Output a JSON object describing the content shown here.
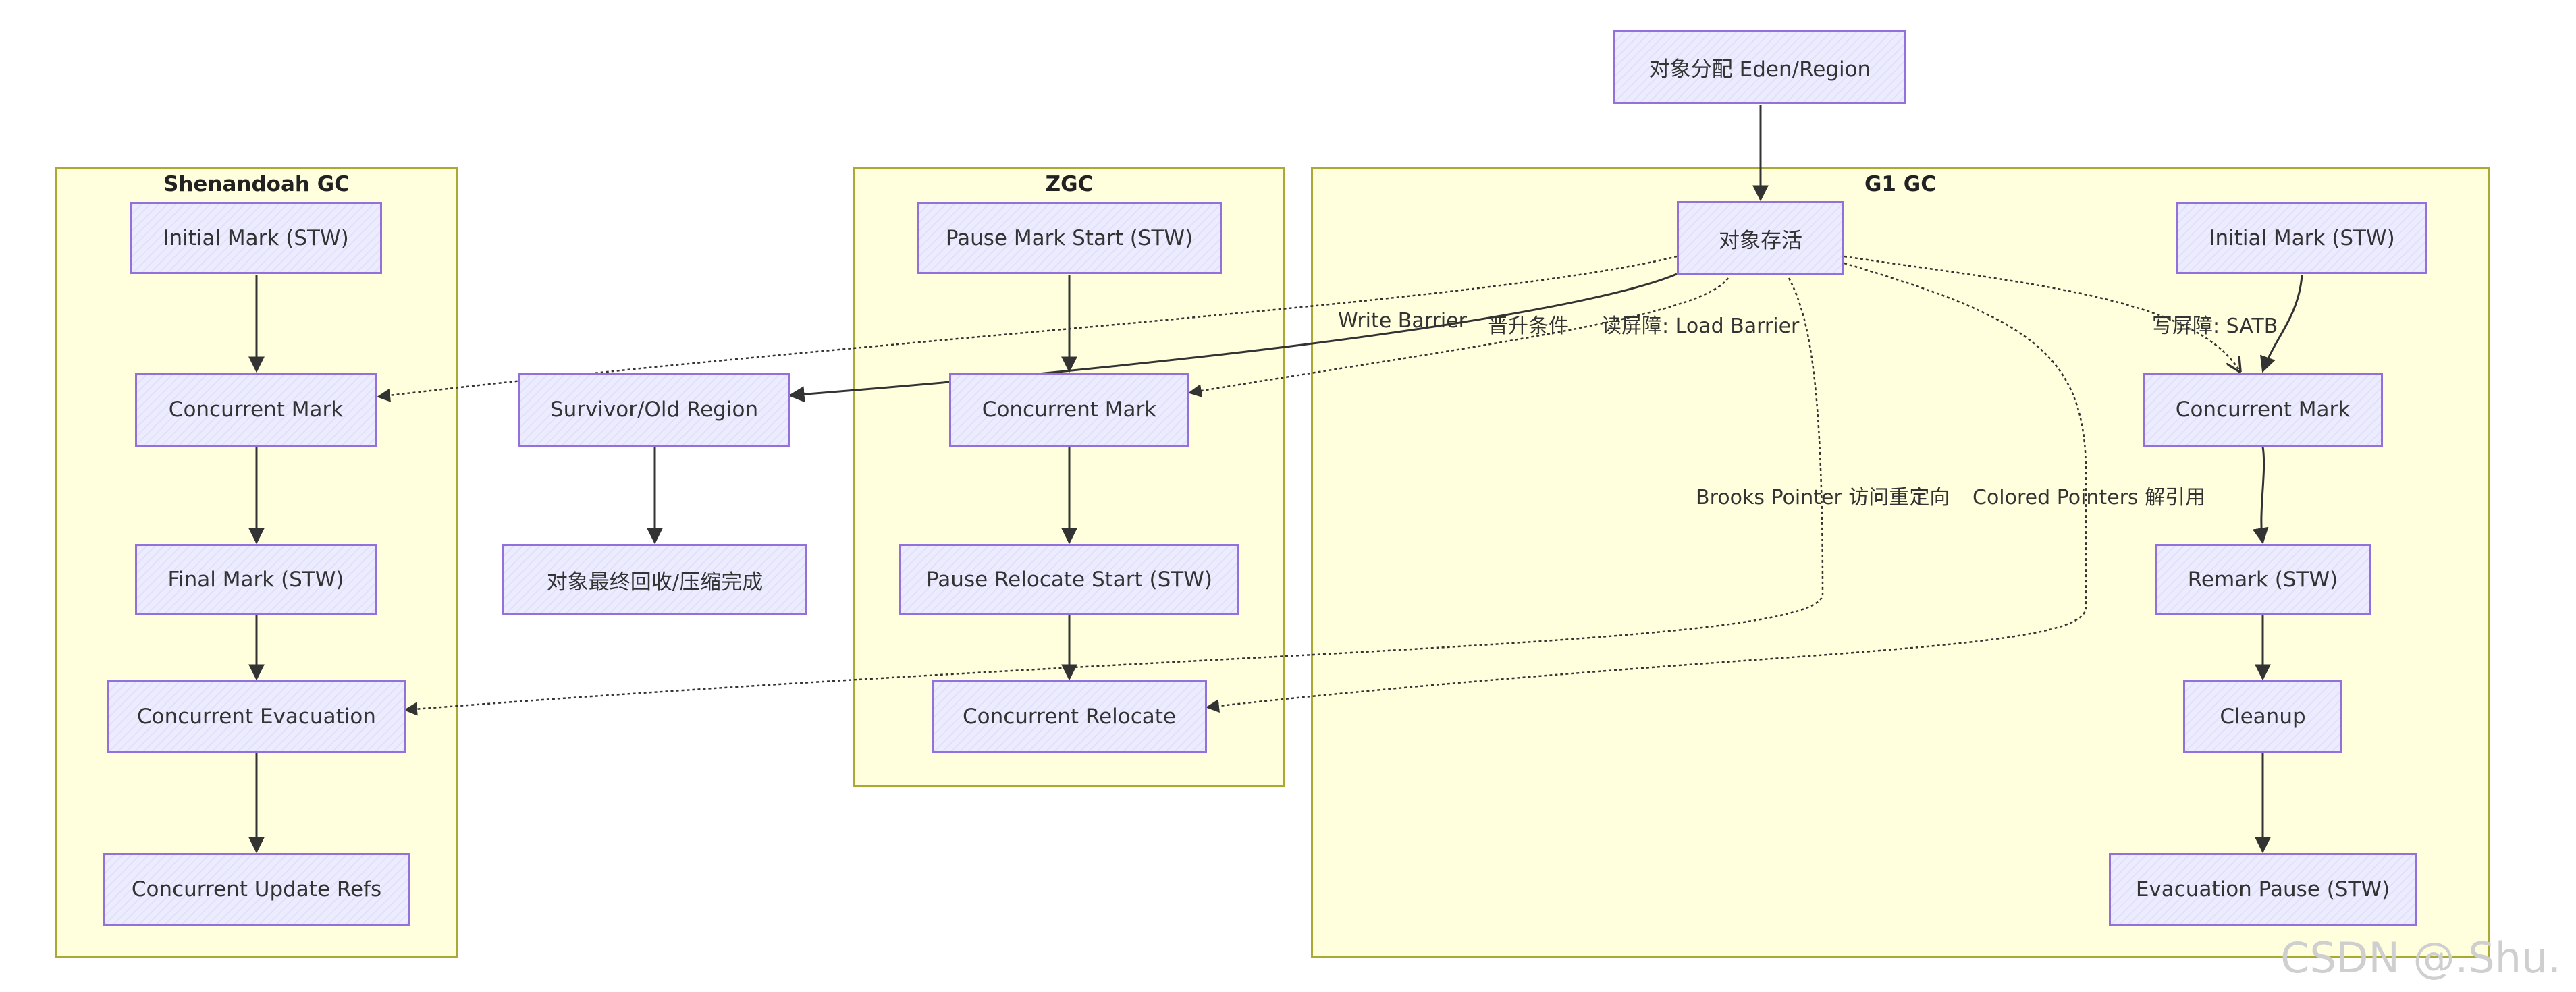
{
  "clusters": {
    "shenandoah": "Shenandoah GC",
    "zgc": "ZGC",
    "g1": "G1 GC"
  },
  "nodes": {
    "eden": "对象分配 Eden/Region",
    "survive": "对象存活",
    "survivor_old": "Survivor/Old Region",
    "final_reclaim": "对象最终回收/压缩完成",
    "sh_initial_mark": "Initial Mark (STW)",
    "sh_concurrent_mark": "Concurrent Mark",
    "sh_final_mark": "Final Mark (STW)",
    "sh_evacuation": "Concurrent Evacuation",
    "sh_update_refs": "Concurrent Update Refs",
    "z_pause_mark_start": "Pause Mark Start (STW)",
    "z_concurrent_mark": "Concurrent Mark",
    "z_pause_relocate_start": "Pause Relocate Start (STW)",
    "z_concurrent_relocate": "Concurrent Relocate",
    "g1_initial_mark": "Initial Mark (STW)",
    "g1_concurrent_mark": "Concurrent Mark",
    "g1_remark": "Remark (STW)",
    "g1_cleanup": "Cleanup",
    "g1_evacuation_pause": "Evacuation Pause (STW)"
  },
  "edge_labels": {
    "write_barrier": "Write Barrier",
    "promotion": "晋升条件",
    "load_barrier": "读屏障: Load Barrier",
    "satb": "写屏障: SATB",
    "brooks_pointer": "Brooks Pointer 访问重定向",
    "colored_pointers": "Colored Pointers 解引用"
  },
  "watermark": "CSDN @.Shu.",
  "colors": {
    "cluster_fill": "#ffffde",
    "cluster_border": "#aaaa33",
    "node_fill": "#ececff",
    "node_border": "#9370db",
    "edge": "#333333"
  }
}
